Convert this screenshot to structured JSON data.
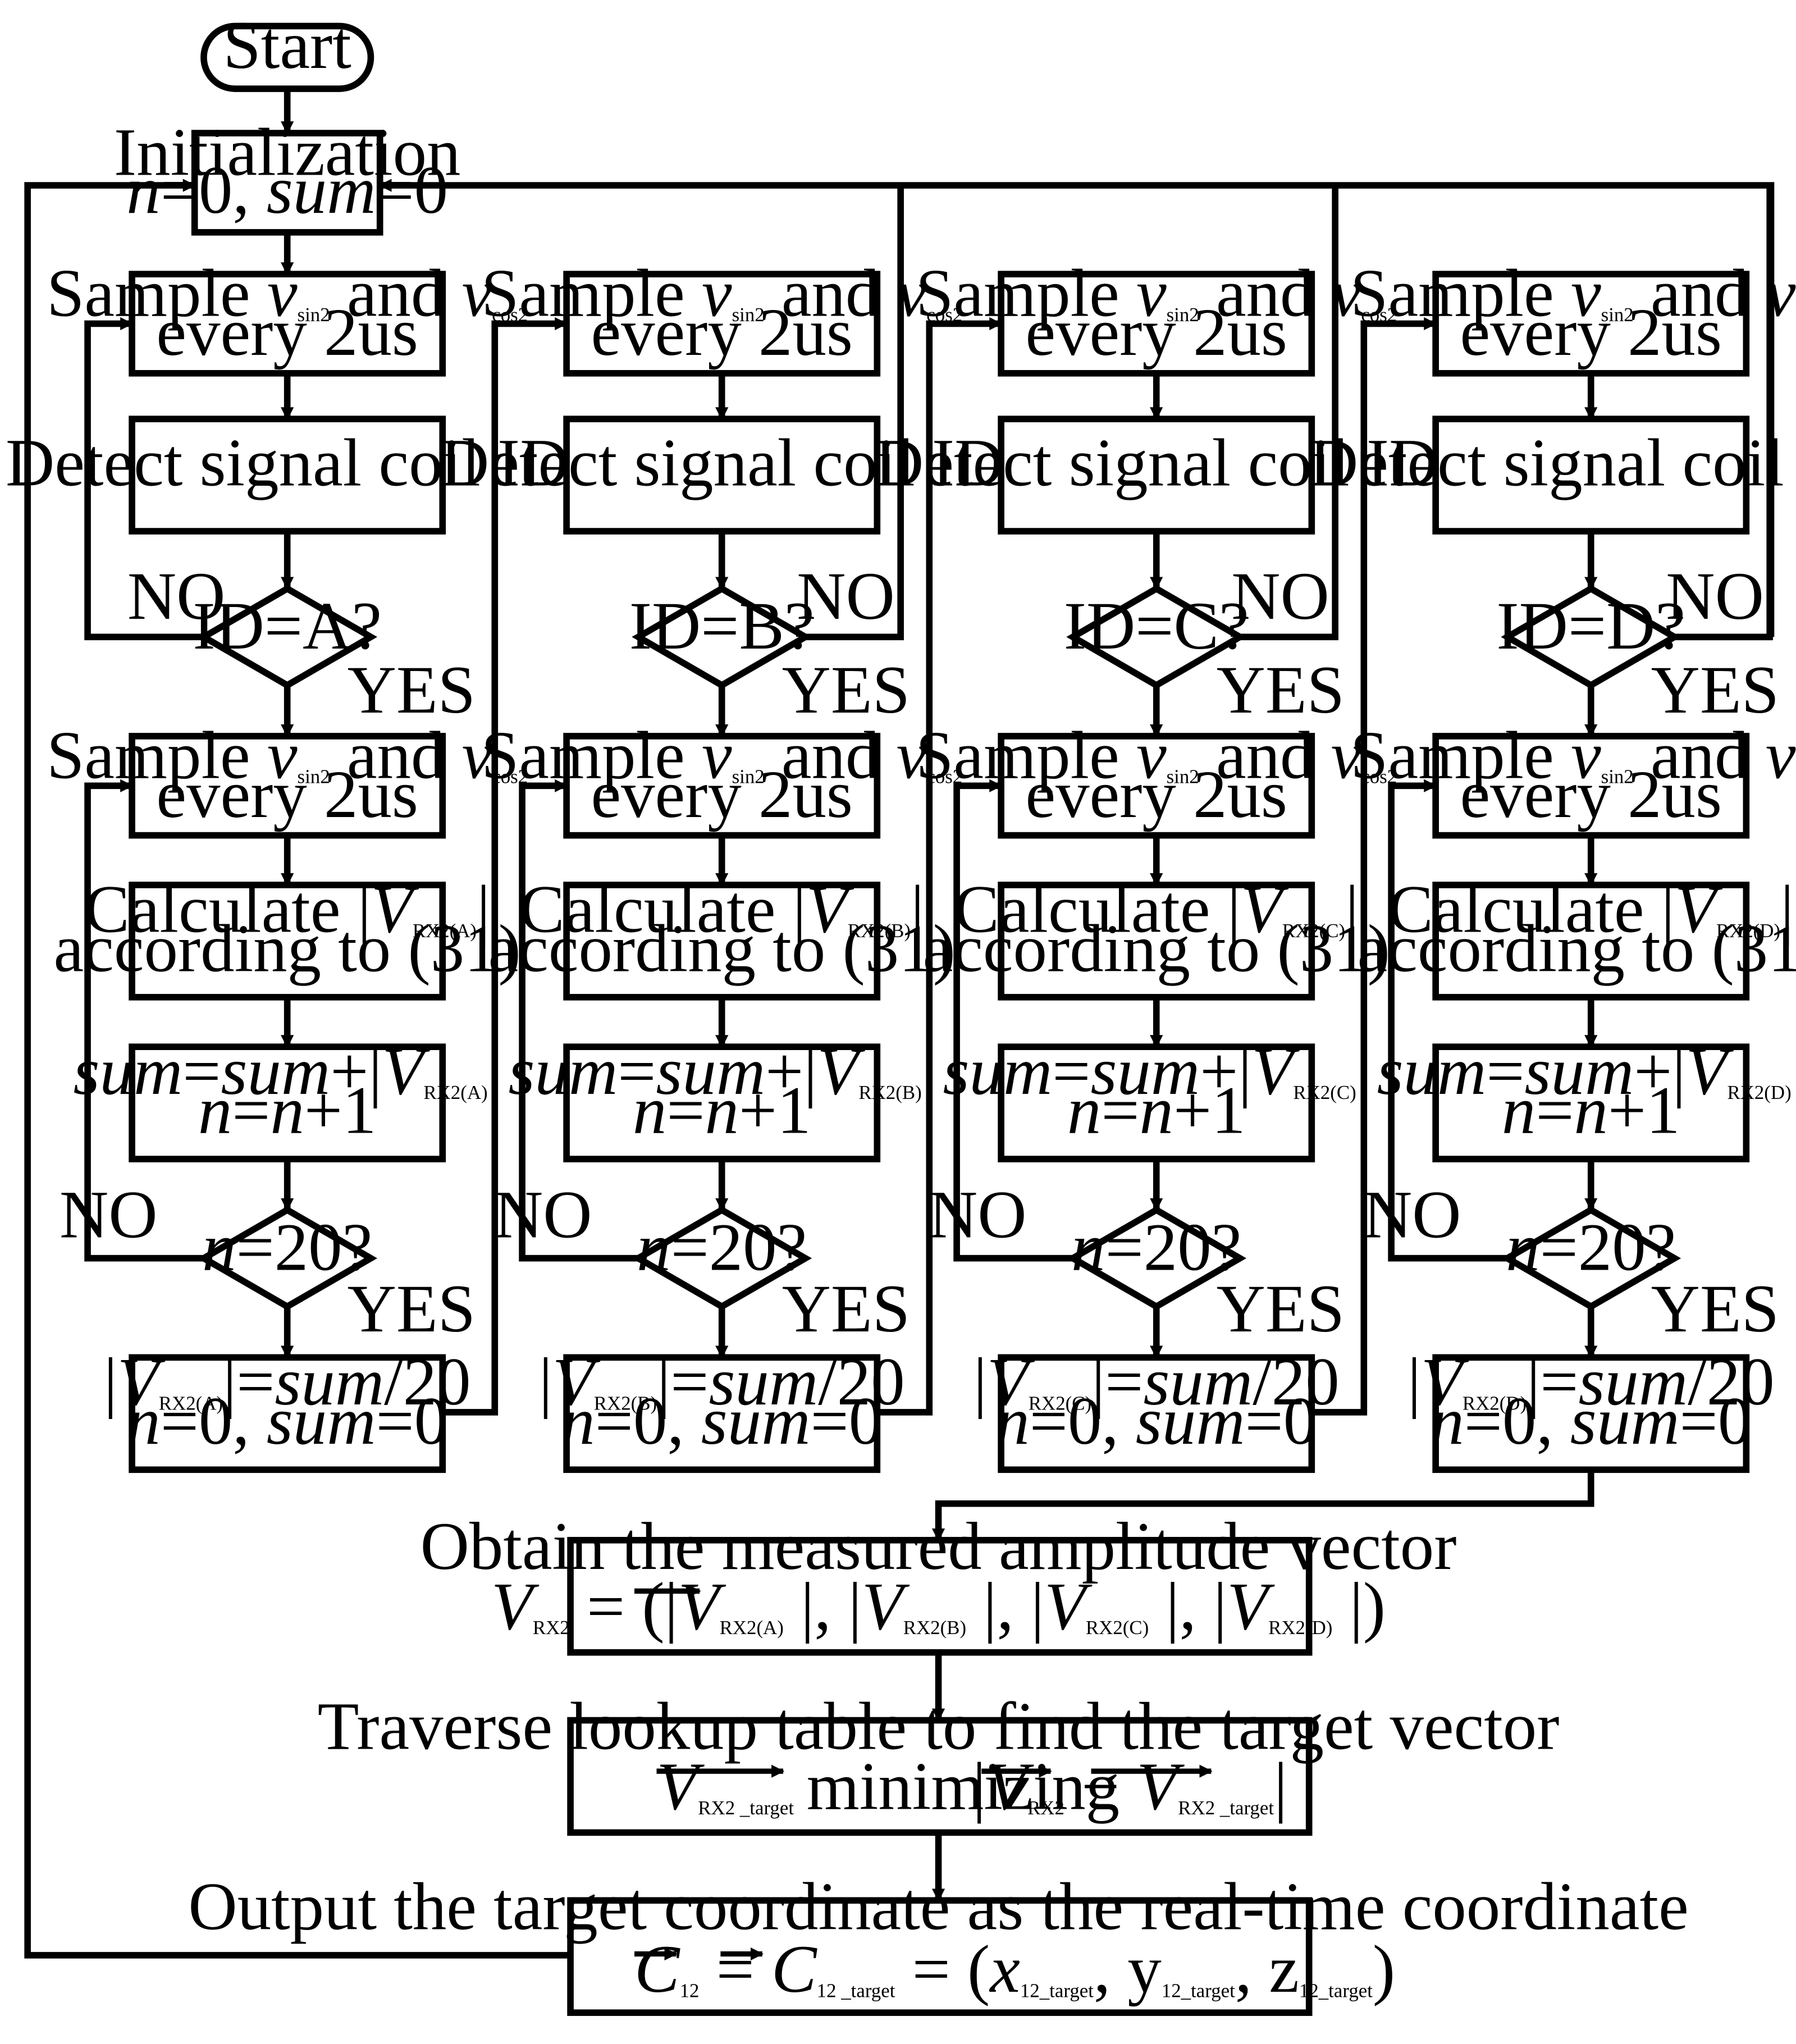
{
  "start": "Start",
  "init": {
    "line1": "Initialization",
    "line2": [
      "n",
      "=0, ",
      "sum",
      "=0"
    ]
  },
  "common": {
    "sample": [
      "Sample ",
      "v",
      "sin2",
      " and ",
      "v",
      "cos2"
    ],
    "every": "every 2us",
    "detect": "Detect signal coil ID",
    "calc": "Calculate |",
    "calc_V": "V",
    "calc_close": "|",
    "according": "according to (31)",
    "sum_a": "sum",
    "sum_eq": "=",
    "sum_b": "sum",
    "sum_plus": "+|",
    "sum_V": "V",
    "sum_close": "|",
    "inc": [
      "n",
      "=",
      "n",
      "+1"
    ],
    "n20": [
      "n",
      "=20?"
    ],
    "avg_open": "|",
    "avg_V": "V",
    "avg_mid": "|=",
    "avg_sum": "sum",
    "avg_div": "/20",
    "reset": [
      "n",
      "=0, ",
      "sum",
      "=0"
    ],
    "yes": "YES",
    "no": "NO"
  },
  "columns": [
    {
      "id_question": "ID=A?",
      "sub": "RX2(A)"
    },
    {
      "id_question": "ID=B?",
      "sub": "RX2(B)"
    },
    {
      "id_question": "ID=C?",
      "sub": "RX2(C)"
    },
    {
      "id_question": "ID=D?",
      "sub": "RX2(D)"
    }
  ],
  "obtain": {
    "title": "Obtain the measured amplitude vector",
    "V": "V",
    "sub": "RX2",
    "eq": "=",
    "terms": [
      "RX2(A)",
      "RX2(B)",
      "RX2(C)",
      "RX2(D)"
    ]
  },
  "traverse": {
    "title": "Traverse lookup table to find the target vector",
    "V": "V",
    "sub_target": "RX2 _target",
    "minimizing": "minimizing",
    "sub": "RX2",
    "minus": "−"
  },
  "output": {
    "title": "Output the target coordinate as the real-time coordinate",
    "C": "C",
    "sub12": "12",
    "sub12t": "12 _target",
    "eq": "=",
    "x": "x",
    "y": "y",
    "z": "z",
    "xs": "12_target",
    "ys": "12_target",
    "zs": "12_target"
  }
}
